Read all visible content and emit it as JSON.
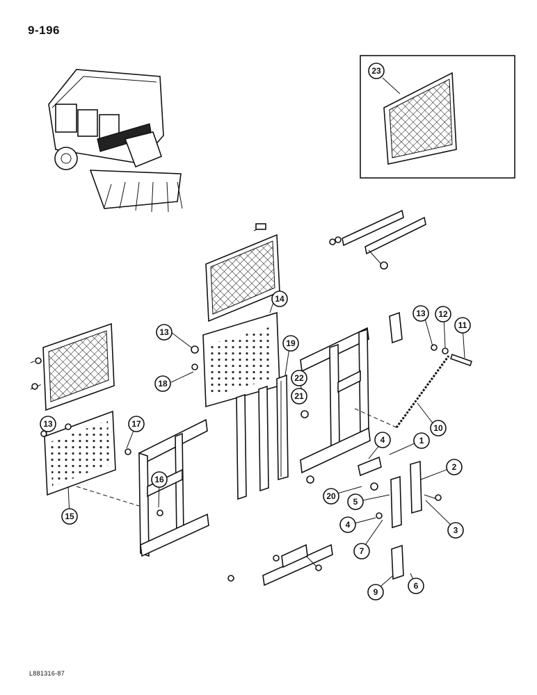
{
  "page_number": "9-196",
  "figure_code": "L881316-87",
  "callouts": [
    "1",
    "2",
    "3",
    "4",
    "4",
    "5",
    "6",
    "7",
    "9",
    "10",
    "11",
    "12",
    "13",
    "13",
    "13",
    "14",
    "15",
    "16",
    "17",
    "18",
    "19",
    "20",
    "21",
    "22",
    "23"
  ]
}
